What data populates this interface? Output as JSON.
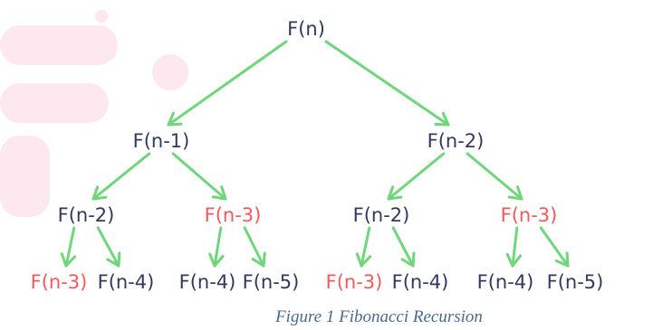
{
  "diagram": {
    "colors": {
      "normal_node": "#2f3b5c",
      "repeated_node": "#f25a5a",
      "arrow": "#6fd67b",
      "watermark": "#fde8ef"
    },
    "nodes": [
      {
        "id": "n",
        "label": "F(n)",
        "repeated": false
      },
      {
        "id": "n-1",
        "label": "F(n-1)",
        "repeated": false
      },
      {
        "id": "n-2-right",
        "label": "F(n-2)",
        "repeated": false
      },
      {
        "id": "n-2-a",
        "label": "F(n-2)",
        "repeated": false
      },
      {
        "id": "n-3-a",
        "label": "F(n-3)",
        "repeated": true
      },
      {
        "id": "n-2-b",
        "label": "F(n-2)",
        "repeated": false
      },
      {
        "id": "n-3-b",
        "label": "F(n-3)",
        "repeated": true
      },
      {
        "id": "leaf-1",
        "label": "F(n-3)",
        "repeated": true
      },
      {
        "id": "leaf-2",
        "label": "F(n-4)",
        "repeated": false
      },
      {
        "id": "leaf-3",
        "label": "F(n-4)",
        "repeated": false
      },
      {
        "id": "leaf-4",
        "label": "F(n-5)",
        "repeated": false
      },
      {
        "id": "leaf-5",
        "label": "F(n-3)",
        "repeated": true
      },
      {
        "id": "leaf-6",
        "label": "F(n-4)",
        "repeated": false
      },
      {
        "id": "leaf-7",
        "label": "F(n-4)",
        "repeated": false
      },
      {
        "id": "leaf-8",
        "label": "F(n-5)",
        "repeated": false
      }
    ],
    "edges": [
      [
        "n",
        "n-1"
      ],
      [
        "n",
        "n-2-right"
      ],
      [
        "n-1",
        "n-2-a"
      ],
      [
        "n-1",
        "n-3-a"
      ],
      [
        "n-2-right",
        "n-2-b"
      ],
      [
        "n-2-right",
        "n-3-b"
      ],
      [
        "n-2-a",
        "leaf-1"
      ],
      [
        "n-2-a",
        "leaf-2"
      ],
      [
        "n-3-a",
        "leaf-3"
      ],
      [
        "n-3-a",
        "leaf-4"
      ],
      [
        "n-2-b",
        "leaf-5"
      ],
      [
        "n-2-b",
        "leaf-6"
      ],
      [
        "n-3-b",
        "leaf-7"
      ],
      [
        "n-3-b",
        "leaf-8"
      ]
    ]
  },
  "caption": "Figure 1 Fibonacci Recursion"
}
